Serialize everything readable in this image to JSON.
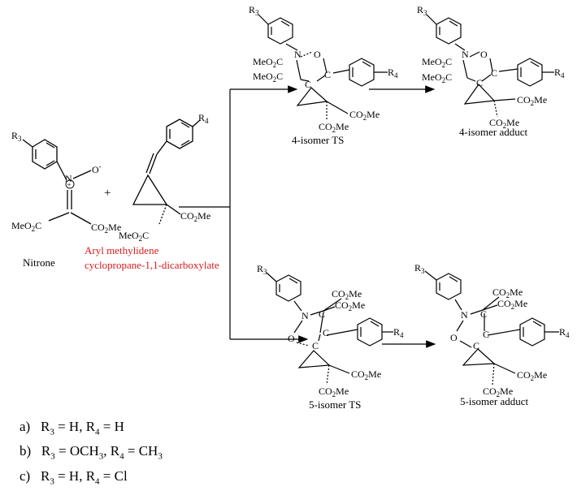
{
  "labels": {
    "nitrone": "Nitrone",
    "aryl_line1": "Aryl methylidene",
    "aryl_line2": "cyclopropane-1,1-dicarboxylate",
    "ts4": "4-isomer TS",
    "adduct4": "4-isomer adduct",
    "ts5": "5-isomer TS",
    "adduct5": "5-isomer adduct",
    "plus": "+"
  },
  "atoms": {
    "R": "R",
    "n3": "3",
    "n4": "4",
    "N": "N",
    "O": "O",
    "C": "C",
    "Ominus": "O",
    "minus": "-",
    "CO2Me_a": "CO",
    "two": "2",
    "Me": "Me",
    "MeO2C": "MeO",
    "C_end": "C"
  },
  "legend": [
    {
      "tag": "a)",
      "r3": "H",
      "r4": "H"
    },
    {
      "tag": "b)",
      "r3": "OCH",
      "r3sub": "3",
      "r4": "CH",
      "r4sub": "3"
    },
    {
      "tag": "c)",
      "r3": "H",
      "r4": "Cl"
    }
  ],
  "colors": {
    "highlight": "#d81b1b",
    "ink": "#000000"
  }
}
